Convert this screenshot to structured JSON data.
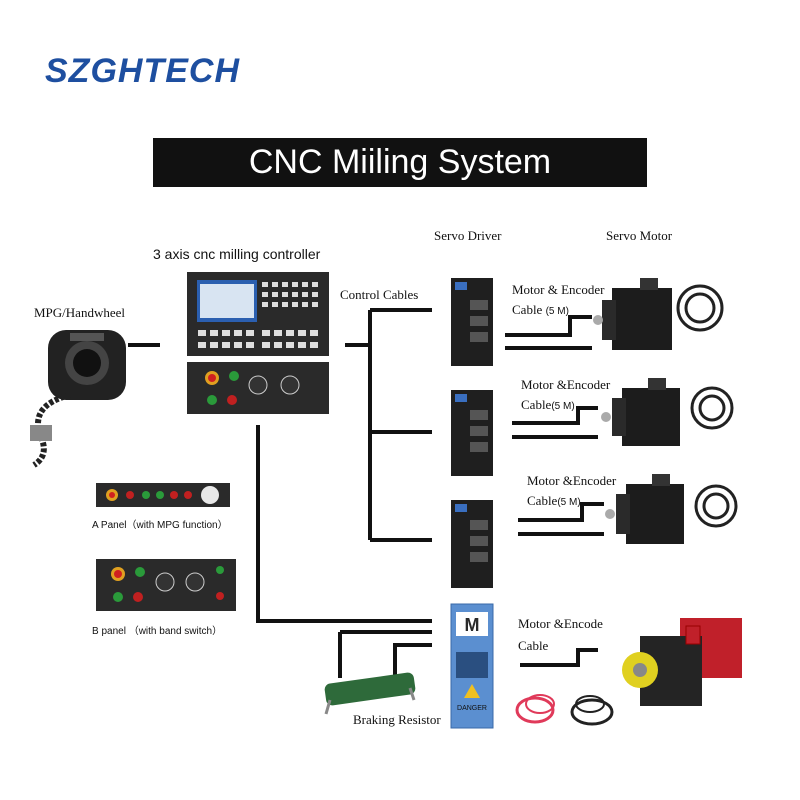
{
  "brand": "SZGHTECH",
  "title": "CNC Miiling System",
  "labels": {
    "controller": "3 axis cnc milling controller",
    "servo_driver": "Servo Driver",
    "servo_motor": "Servo Motor",
    "mpg": "MPG/Handwheel",
    "control_cables": "Control Cables",
    "braking_resistor": "Braking Resistor"
  },
  "panels": {
    "a": "A Panel（with MPG function）",
    "b": "B panel （with band switch）"
  },
  "cables": [
    {
      "line1": "Motor & Encoder",
      "line2": "Cable",
      "length": "(5 M)"
    },
    {
      "line1": "Motor &Encoder",
      "line2": "Cable",
      "length": "(5 M)"
    },
    {
      "line1": "Motor &Encoder",
      "line2": "Cable",
      "length": "(5 M)"
    },
    {
      "line1": "Motor &Encode",
      "line2": "Cable",
      "length": ""
    }
  ],
  "spindle_driver_badge": "M",
  "spindle_driver_warning": "DANGER",
  "colors": {
    "brand": "#1e4fa0",
    "title_bg": "#111111",
    "spindle_driver": "#5b8fd0",
    "spindle_motor": "#c0202a"
  }
}
